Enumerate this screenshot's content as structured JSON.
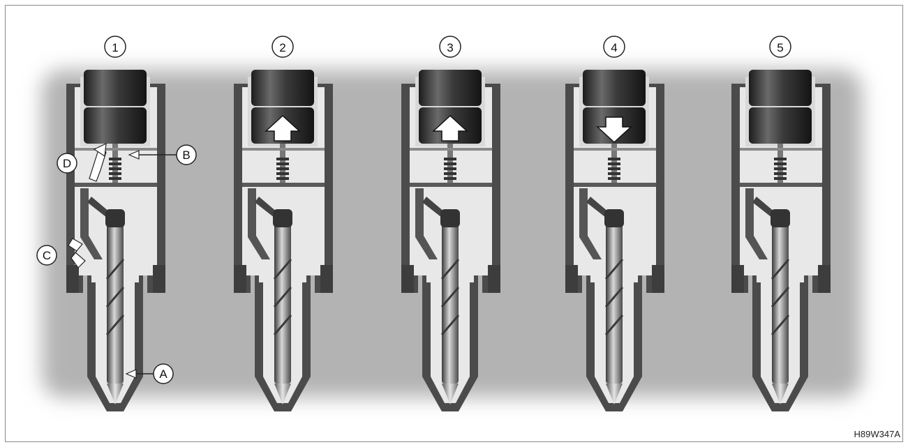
{
  "figure": {
    "code": "H89W347A",
    "stage_numbers": [
      "1",
      "2",
      "3",
      "4",
      "5"
    ],
    "callouts": {
      "A": "A",
      "B": "B",
      "C": "C",
      "D": "D"
    }
  },
  "stages": [
    {
      "number": "1",
      "valve_arrow": "none"
    },
    {
      "number": "2",
      "valve_arrow": "up-arrow-icon"
    },
    {
      "number": "3",
      "valve_arrow": "up-arrow-icon"
    },
    {
      "number": "4",
      "valve_arrow": "down-arrow-icon"
    },
    {
      "number": "5",
      "valve_arrow": "none"
    }
  ],
  "colors": {
    "background_panel": "#b5b5b5",
    "body_dark": "#4a4a4a",
    "body_light": "#e9e9e9"
  }
}
